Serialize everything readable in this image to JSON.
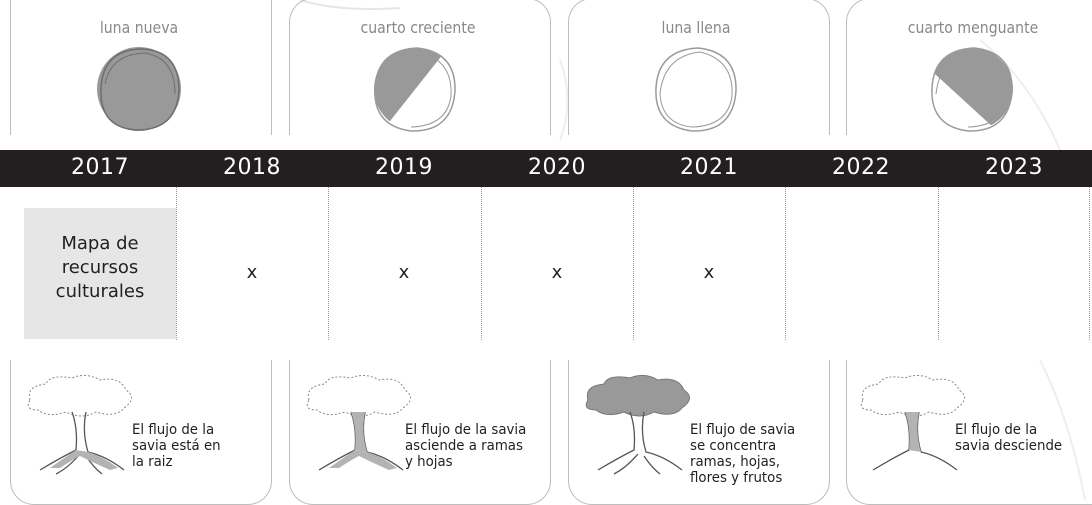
{
  "phases": [
    {
      "name": "luna nueva",
      "shade": "full"
    },
    {
      "name": "cuarto creciente",
      "shade": "left-half"
    },
    {
      "name": "luna llena",
      "shade": "none"
    },
    {
      "name": "cuarto menguante",
      "shade": "top-half"
    }
  ],
  "years": [
    "2017",
    "2018",
    "2019",
    "2020",
    "2021",
    "2022",
    "2023"
  ],
  "highlight": {
    "lines": [
      "Mapa de",
      "recursos",
      "culturales"
    ]
  },
  "marks": [
    "x",
    "x",
    "x",
    "x"
  ],
  "sap": [
    {
      "lines": [
        "El flujo de la",
        "savia está en",
        "la raiz"
      ]
    },
    {
      "lines": [
        "El flujo de la savia",
        "asciende a ramas",
        "y hojas"
      ]
    },
    {
      "lines": [
        "El flujo de savia",
        "se concentra",
        "ramas, hojas,",
        "flores y frutos"
      ]
    },
    {
      "lines": [
        "El flujo de la",
        "savia desciende"
      ]
    }
  ],
  "colors": {
    "dark_bar": "#231f20",
    "moon_shade": "#999999",
    "highlight_bg": "#e6e6e6",
    "panel_border": "#bdbdbd"
  }
}
